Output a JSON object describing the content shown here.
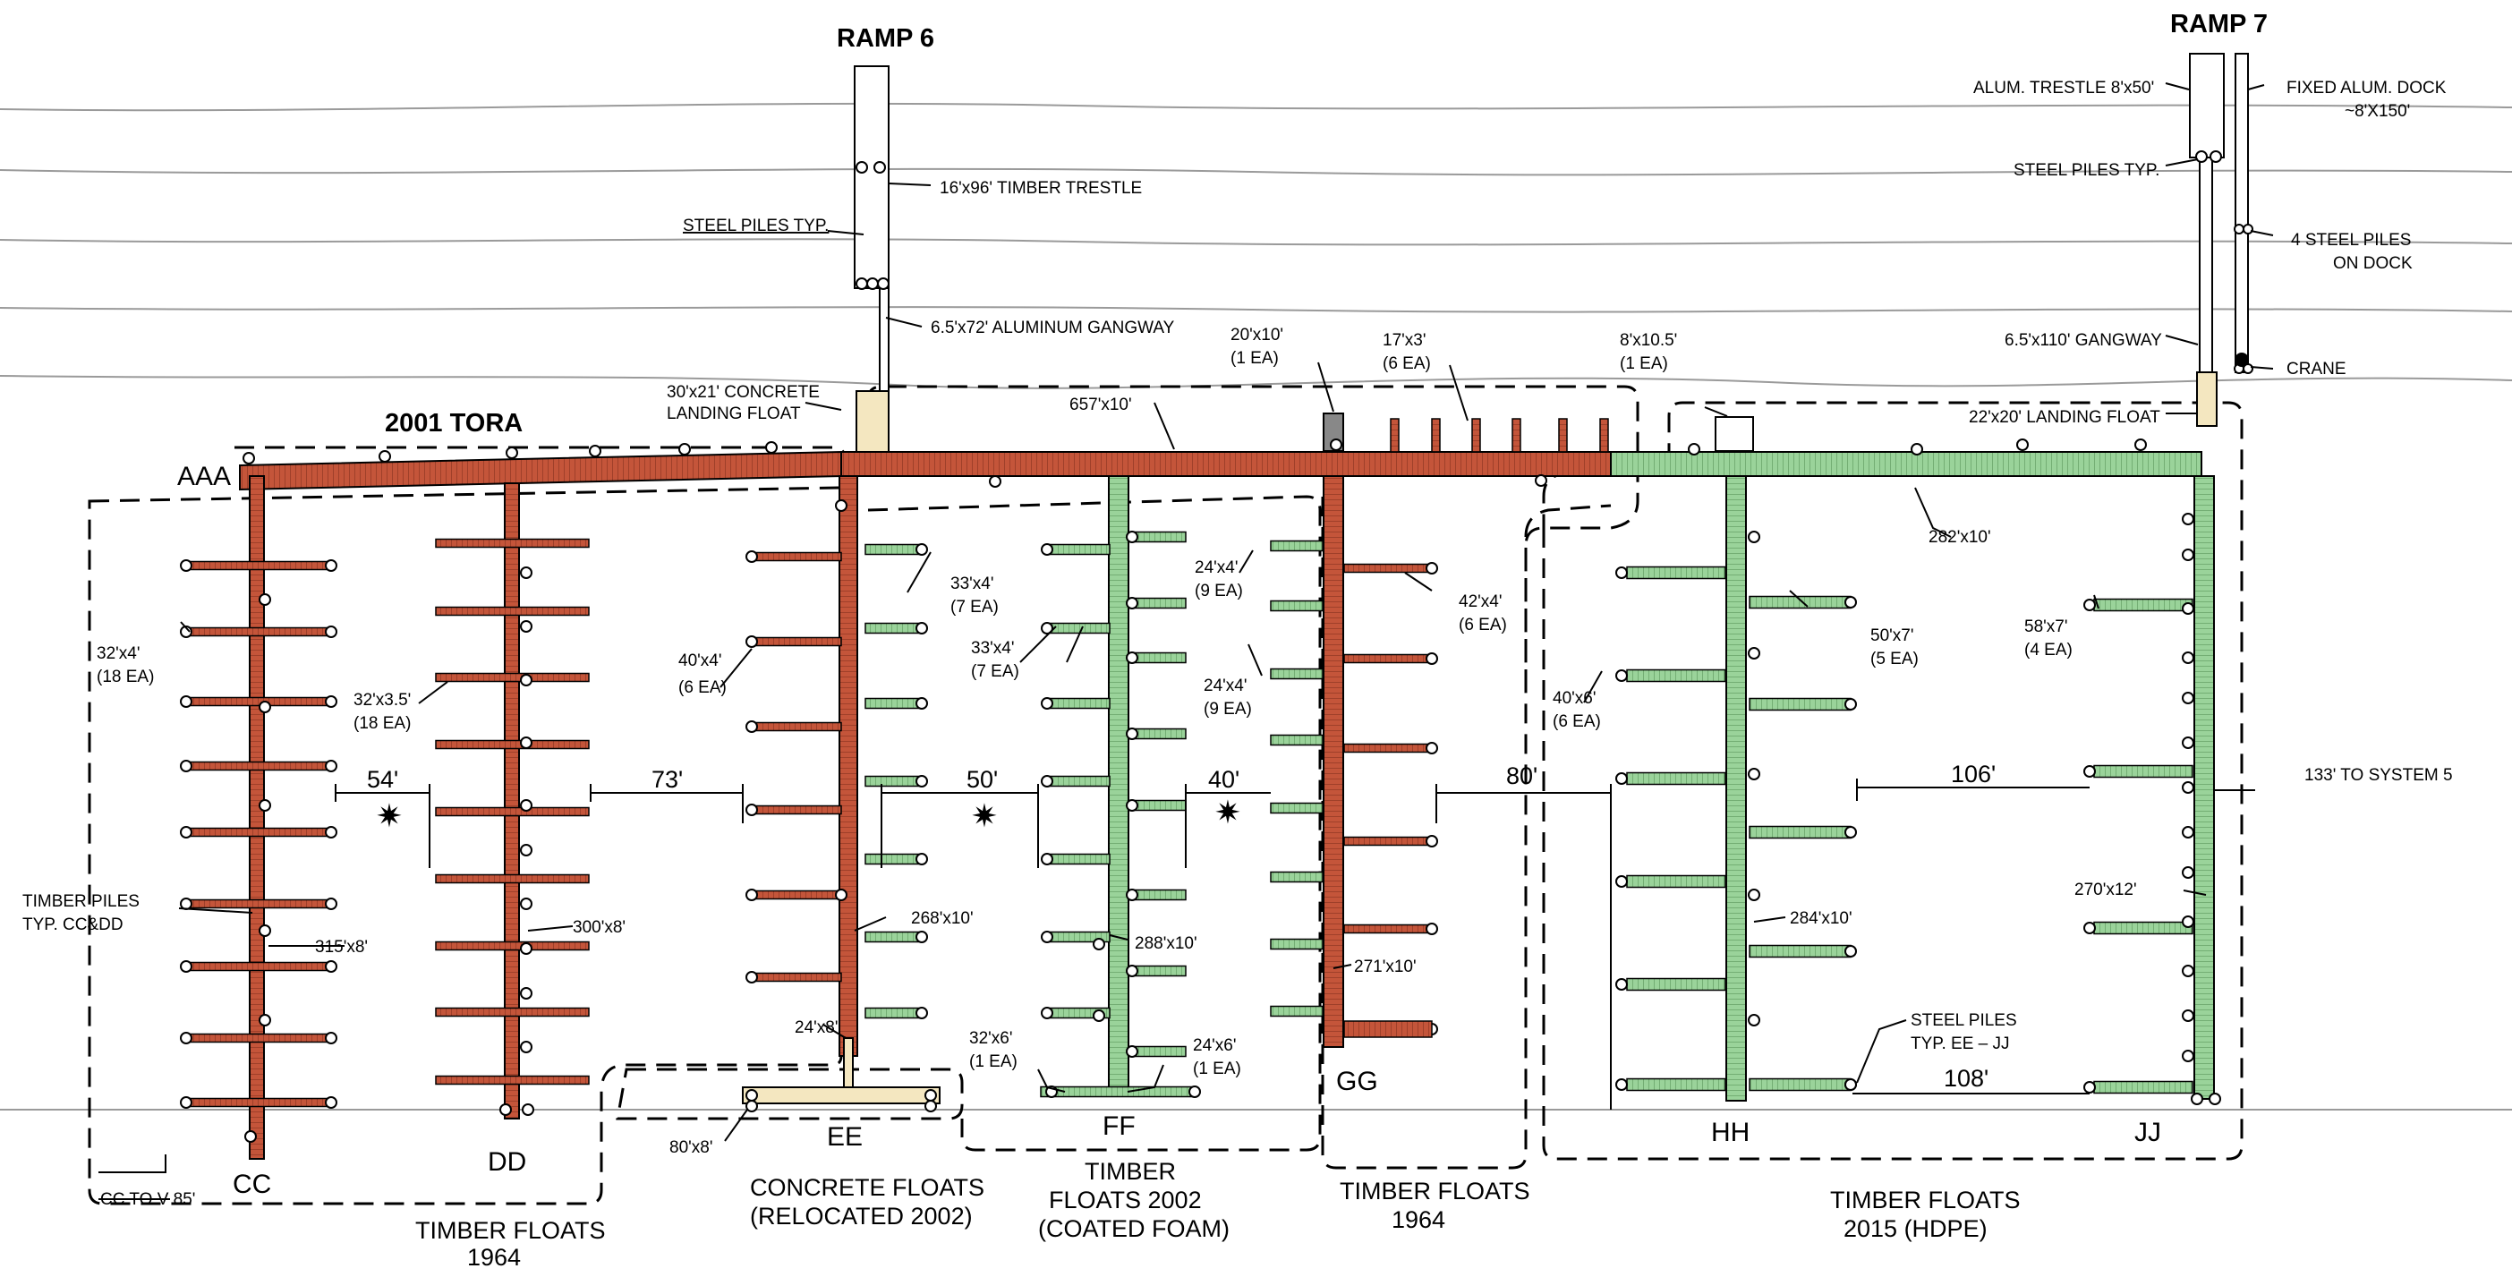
{
  "colors": {
    "timber": "#c4553a",
    "hdpe": "#8fc98a",
    "coated_foam": "#98cc8e",
    "concrete": "#f4e7c0",
    "line": "#000000",
    "contour": "#9a9a9a"
  },
  "ramps": {
    "ramp6": "RAMP 6",
    "ramp7": "RAMP 7"
  },
  "dock_letters": {
    "aaa": "AAA",
    "cc": "CC",
    "dd": "DD",
    "ee": "EE",
    "ff": "FF",
    "gg": "GG",
    "hh": "HH",
    "jj": "JJ"
  },
  "labels": {
    "tora": "2001 TORA",
    "timber_trestle": "16'x96' TIMBER TRESTLE",
    "steel_piles_typ": "STEEL PILES TYP.",
    "gangway_alum": "6.5'x72' ALUMINUM GANGWAY",
    "landing_concrete_1": "30'x21' CONCRETE",
    "landing_concrete_2": "LANDING FLOAT",
    "main_walk": "657'x10'",
    "float_20x10_1": "20'x10'",
    "float_20x10_2": "(1 EA)",
    "float_17x3_1": "17'x3'",
    "float_17x3_2": "(6 EA)",
    "float_8x10_1": "8'x10.5'",
    "float_8x10_2": "(1 EA)",
    "alum_trestle": "ALUM. TRESTLE 8'x50'",
    "fixed_dock_1": "FIXED ALUM. DOCK",
    "fixed_dock_2": "~8'X150'",
    "steel_piles_typ2": "STEEL PILES TYP.",
    "four_piles_1": "4 STEEL PILES",
    "four_piles_2": "ON DOCK",
    "gangway_110": "6.5'x110' GANGWAY",
    "crane": "CRANE",
    "landing_22x20": "22'x20' LANDING FLOAT",
    "walk_282": "282'x10'",
    "cc_finger_1": "32'x4'",
    "cc_finger_2": "(18 EA)",
    "dd_finger_1": "32'x3.5'",
    "dd_finger_2": "(18 EA)",
    "ee_finger_1": "40'x4'",
    "ee_finger_2": "(6 EA)",
    "ff_left_1": "33'x4'",
    "ff_left_2": "(7 EA)",
    "ff_left_b1": "33'x4'",
    "ff_left_b2": "(7 EA)",
    "ff_right_1": "24'x4'",
    "ff_right_2": "(9 EA)",
    "ff_right_b1": "24'x4'",
    "ff_right_b2": "(9 EA)",
    "gg_finger_1": "42'x4'",
    "gg_finger_2": "(6 EA)",
    "hh_left_1": "40'x6'",
    "hh_left_2": "(6 EA)",
    "hh_right_1": "50'x7'",
    "hh_right_2": "(5 EA)",
    "jj_finger_1": "58'x7'",
    "jj_finger_2": "(4 EA)",
    "timber_piles_1": "TIMBER PILES",
    "timber_piles_2": "TYP. CC&DD",
    "cc_walk": "315'x8'",
    "dd_walk": "300'x8'",
    "ee_walk": "268'x10'",
    "ff_walk": "288'x10'",
    "gg_walk": "271'x10'",
    "hh_walk": "284'x10'",
    "jj_walk": "270'x12'",
    "ee_stem": "24'x8'",
    "ee_head": "80'x8'",
    "ff_end_left_1": "32'x6'",
    "ff_end_left_2": "(1 EA)",
    "ff_end_right_1": "24'x6'",
    "ff_end_right_2": "(1 EA)",
    "steel_piles_ee_jj_1": "STEEL PILES",
    "steel_piles_ee_jj_2": "TYP. EE – JJ",
    "cc_to_v": "CC TO V 85'"
  },
  "dimensions": {
    "d54": "54'",
    "d73": "73'",
    "d50": "50'",
    "d40": "40'",
    "d80": "80'",
    "d106": "106'",
    "d108": "108'",
    "to_system5": "133' TO SYSTEM 5"
  },
  "captions": {
    "timber_1964_left_1": "TIMBER FLOATS",
    "timber_1964_left_2": "1964",
    "concrete_1": "CONCRETE FLOATS",
    "concrete_2": "(RELOCATED 2002)",
    "timber2002_1": "TIMBER",
    "timber2002_2": "FLOATS 2002",
    "timber2002_3": "(COATED FOAM)",
    "timber_1964_mid_1": "TIMBER FLOATS",
    "timber_1964_mid_2": "1964",
    "timber_2015_1": "TIMBER FLOATS",
    "timber_2015_2": "2015 (HDPE)"
  }
}
